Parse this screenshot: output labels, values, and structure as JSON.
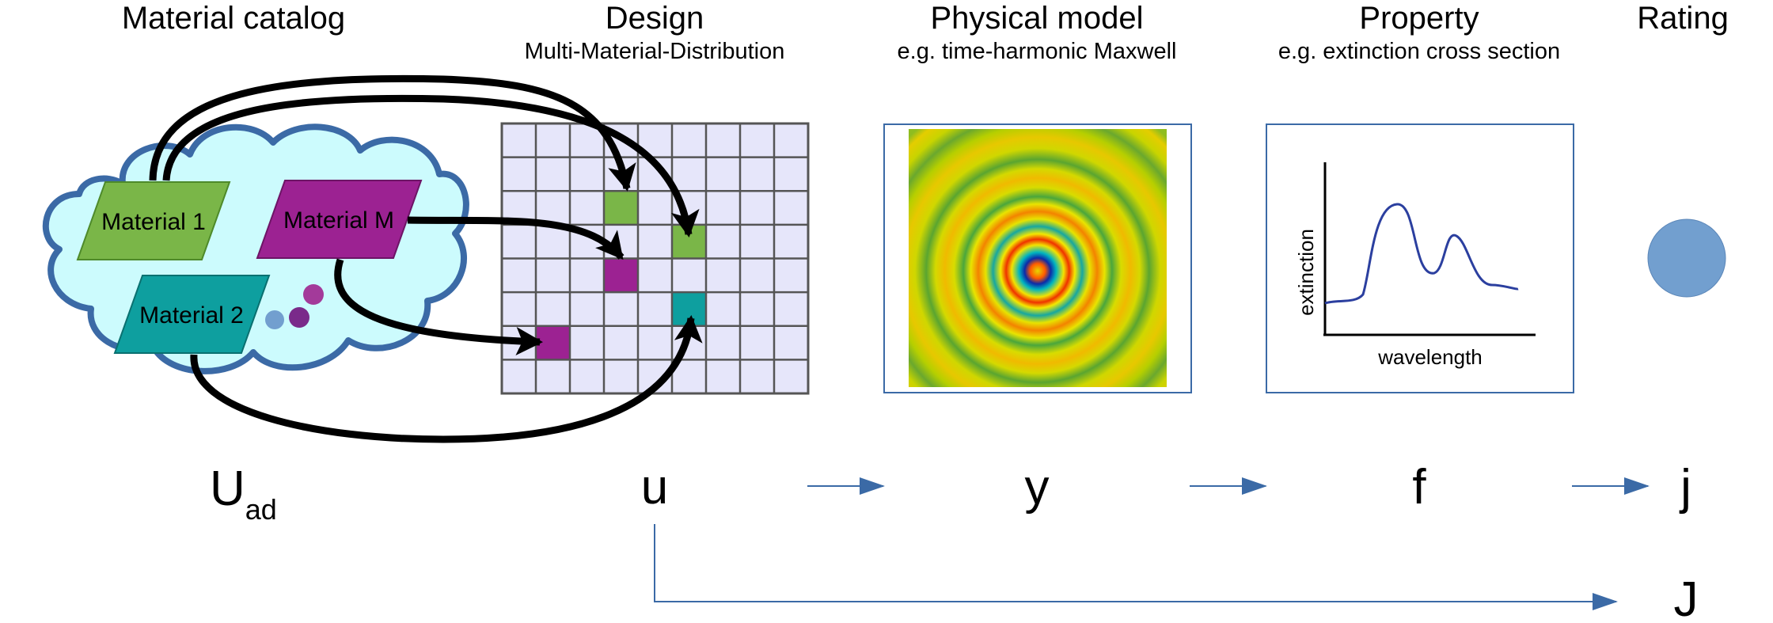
{
  "headers": {
    "catalog": "Material catalog",
    "design": "Design",
    "design_sub": "Multi-Material-Distribution",
    "model": "Physical model",
    "model_sub": "e.g. time-harmonic Maxwell",
    "property": "Property",
    "property_sub": "e.g. extinction cross section",
    "rating": "Rating"
  },
  "materials": {
    "m1": "Material 1",
    "mM": "Material M",
    "m2": "Material 2"
  },
  "symbols": {
    "uad_main": "U",
    "uad_sub": "ad",
    "u": "u",
    "y": "y",
    "f": "f",
    "j": "j",
    "J": "J"
  },
  "property_plot": {
    "xlabel": "wavelength",
    "ylabel": "extinction"
  },
  "colors": {
    "material_1": "#7ab648",
    "material_m": "#9c2292",
    "material_2": "#0e9f9f",
    "cloud_fill": "#ccfbfd",
    "cloud_stroke": "#3b6aa6",
    "grid_fill": "#e6e6fa",
    "grid_line": "#555555",
    "flow_arrow": "#3b6aa6",
    "rating_dot": "#729fcf",
    "curve": "#2b3f9f"
  },
  "design_grid": {
    "rows": 8,
    "cols": 9,
    "filled_cells": [
      {
        "row": 2,
        "col": 3,
        "material": "material_1"
      },
      {
        "row": 3,
        "col": 5,
        "material": "material_1"
      },
      {
        "row": 4,
        "col": 3,
        "material": "material_m"
      },
      {
        "row": 5,
        "col": 5,
        "material": "material_2"
      },
      {
        "row": 6,
        "col": 1,
        "material": "material_m"
      }
    ]
  }
}
